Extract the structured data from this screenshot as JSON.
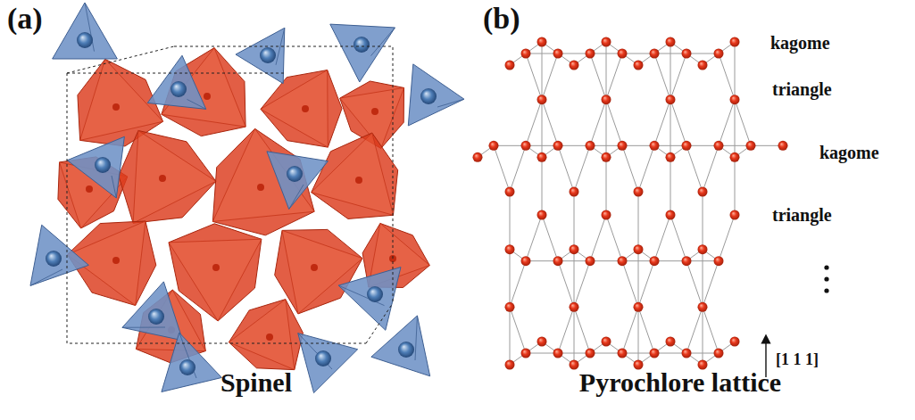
{
  "diagram": {
    "labels": [
      "(a)",
      "(b)",
      "Spinel",
      "Pyrochlore lattice",
      "kagome",
      "triangle",
      "kagome",
      "triangle",
      "[1 1 1]"
    ]
  }
}
